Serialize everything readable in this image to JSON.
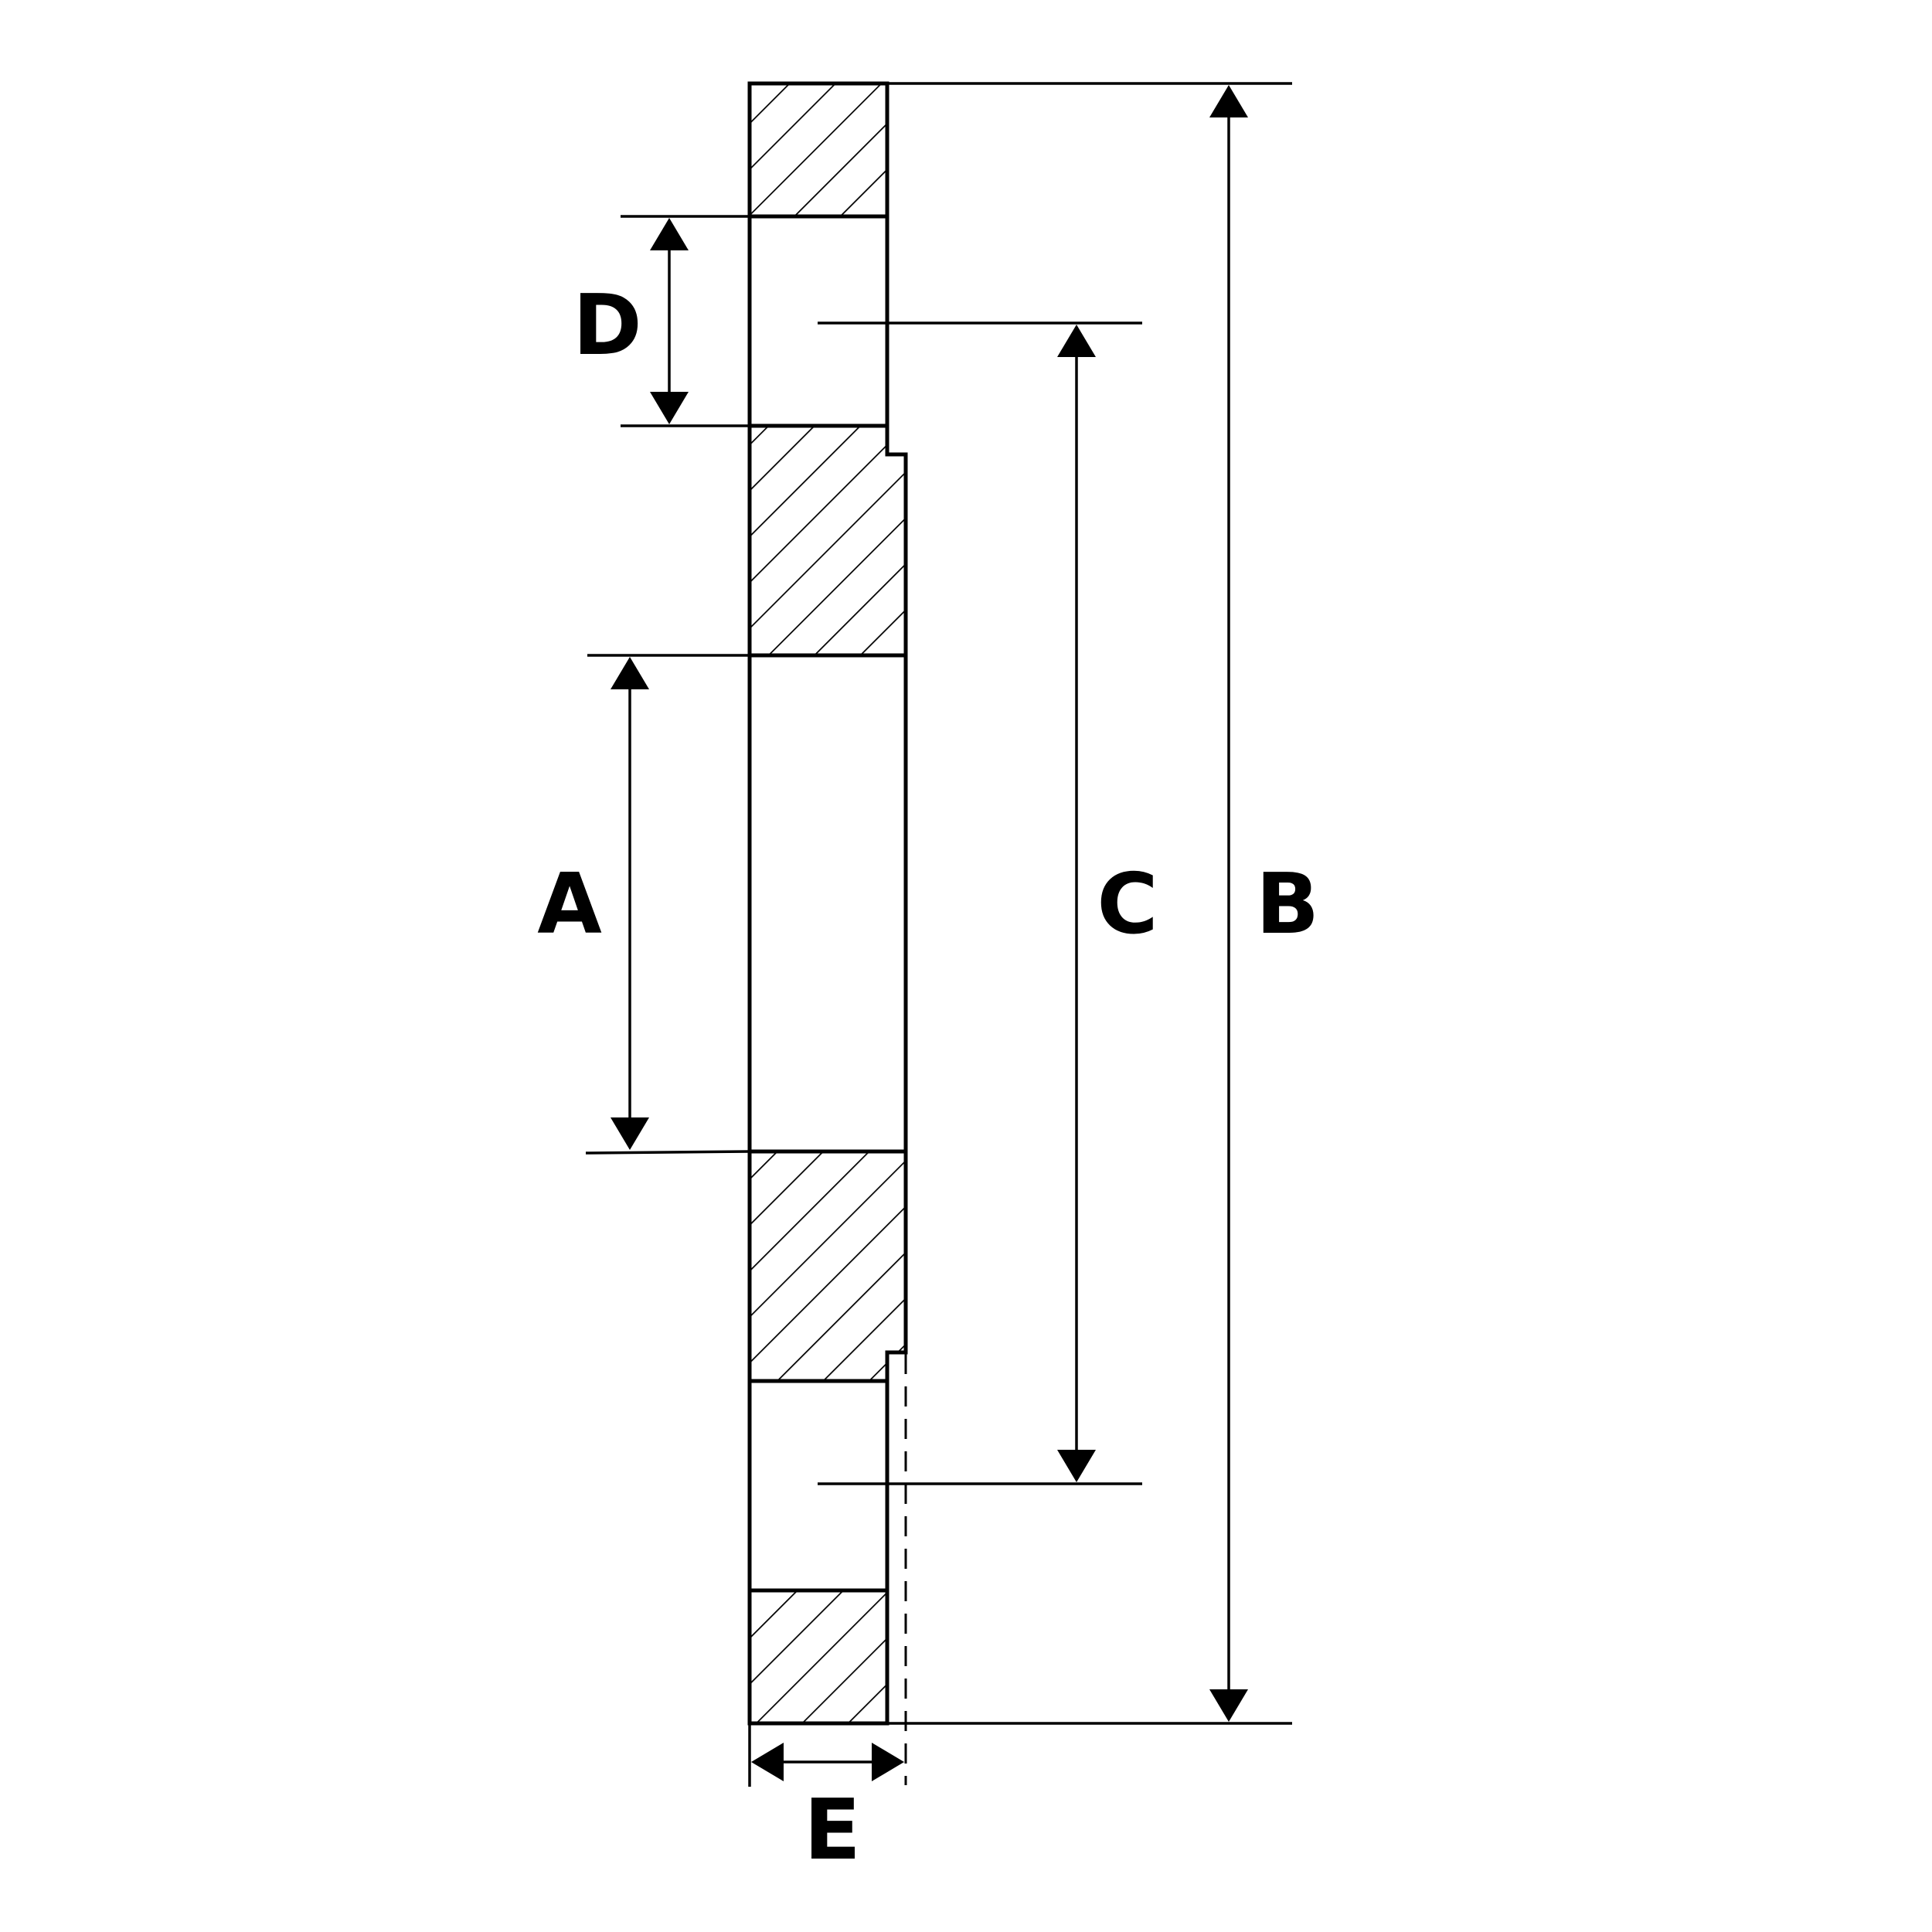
{
  "diagram": {
    "colors": {
      "stroke": "#000000",
      "background": "#ffffff"
    },
    "labels": {
      "A": "A",
      "B": "B",
      "C": "C",
      "D": "D",
      "E": "E"
    }
  }
}
